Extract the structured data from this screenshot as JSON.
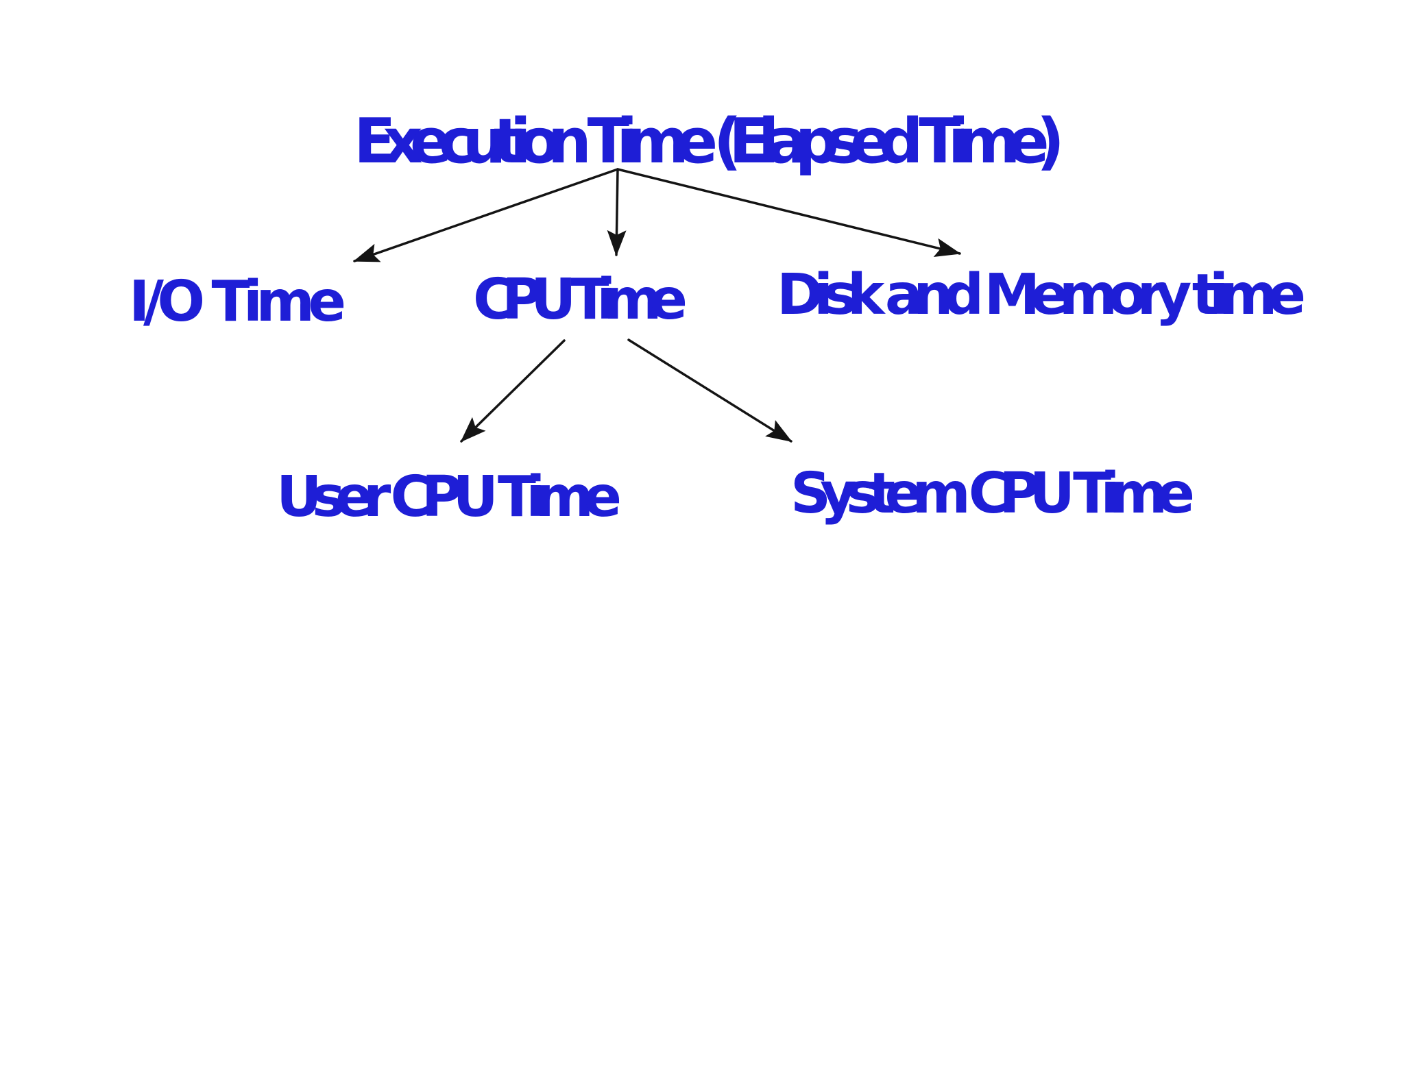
{
  "diagram": {
    "background_color": "#ffffff",
    "text_color": "#1e1ed6",
    "line_color": "#141414",
    "nodes": {
      "root": {
        "label": "Execution Time (Elapsed Time)"
      },
      "io": {
        "label": "I/O Time"
      },
      "cpu": {
        "label": "CPU Time"
      },
      "disk": {
        "label": "Disk and Memory time"
      },
      "user": {
        "label": "User CPU Time"
      },
      "system": {
        "label": "System CPU Time"
      }
    },
    "edges": [
      {
        "from": "root",
        "to": "io"
      },
      {
        "from": "root",
        "to": "cpu"
      },
      {
        "from": "root",
        "to": "disk"
      },
      {
        "from": "cpu",
        "to": "user"
      },
      {
        "from": "cpu",
        "to": "system"
      }
    ]
  }
}
